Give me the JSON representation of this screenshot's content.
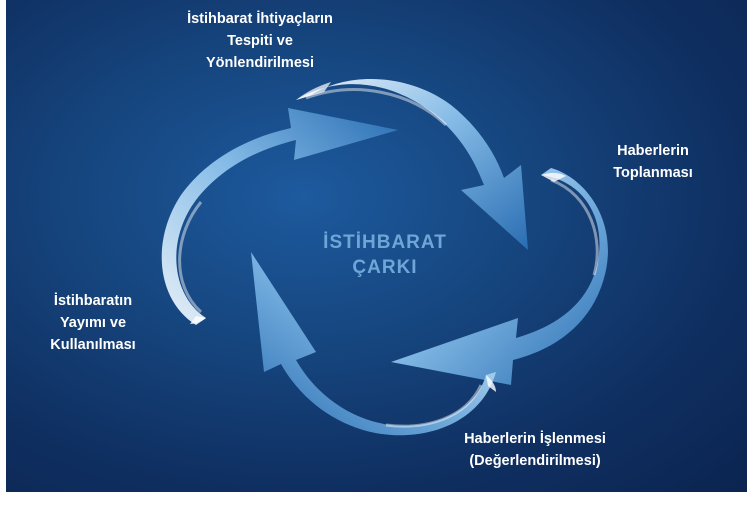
{
  "center": {
    "line1": "İSTİHBARAT",
    "line2": "ÇARKI"
  },
  "stages": {
    "top": [
      "İstihbarat İhtiyaçların",
      "Tespiti ve",
      "Yönlendirilmesi"
    ],
    "right": [
      "Haberlerin",
      "Toplanması"
    ],
    "bottom": [
      "Haberlerin İşlenmesi",
      "(Değerlendirilmesi)"
    ],
    "left": [
      "İstihbaratın",
      "Yayımı ve",
      "Kullanılması"
    ]
  },
  "colors": {
    "background": "#16467f",
    "arrow_light": "#e9f3fb",
    "arrow_mid": "#7fb8e6",
    "arrow_dark": "#2a6fb5",
    "label_text": "#ffffff",
    "center_text": "#6fa6d8"
  }
}
